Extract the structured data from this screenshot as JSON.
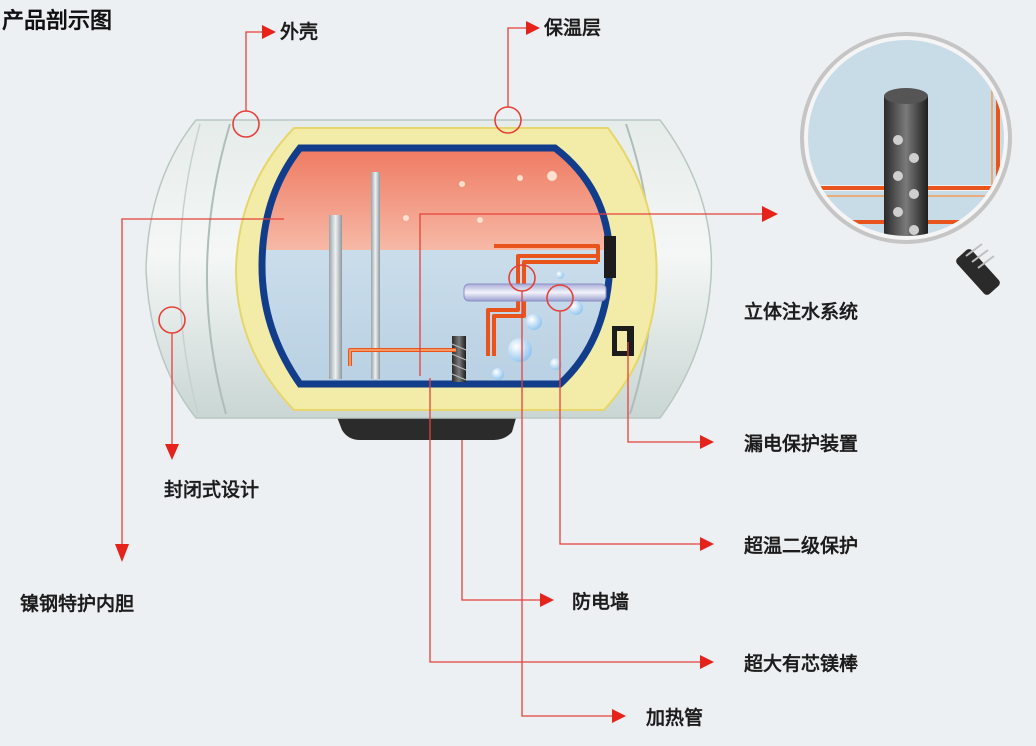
{
  "title": "产品剖示图",
  "labels": {
    "shell": "外壳",
    "insulation": "保温层",
    "injection": "立体注水系统",
    "leakage": "漏电保护装置",
    "sealed": "封闭式设计",
    "overtemp": "超温二级保护",
    "inner_tank": "镍钢特护内胆",
    "anti_shock": "防电墙",
    "anode": "超大有芯镁棒",
    "heater": "加热管"
  },
  "colors": {
    "leader": "#e5413a",
    "arrow": "#e5231b",
    "hot_water": "#f0866e",
    "cold_water": "#cfe0ec",
    "insulation": "#f3eca8",
    "tank_border": "#123d8a",
    "shell": "#dde6e3"
  },
  "icons": {
    "magnifier": "magnifier-icon"
  }
}
